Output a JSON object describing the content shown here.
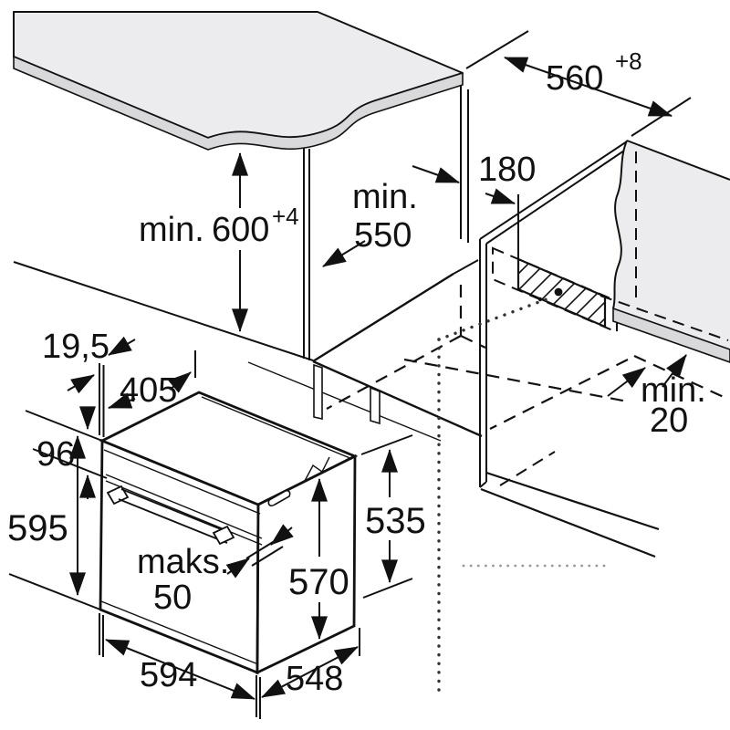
{
  "drawing": {
    "kind": "built-in oven installation dimension diagram",
    "colors": {
      "line": "#111111",
      "counter_surface": "#ececee",
      "counter_edge_band": "#d9d9db",
      "dotted_guide": "#8f8f8f",
      "background": "#ffffff"
    }
  },
  "labels": {
    "niche_width": "560",
    "niche_width_tol": "+8",
    "niche_height_prefix": "min.",
    "niche_height": "600",
    "niche_height_tol": "+4",
    "niche_depth_prefix": "min.",
    "niche_depth": "550",
    "vent_offset": "180",
    "rear_gap_prefix": "min.",
    "rear_gap": "20",
    "facia_thickness": "19,5",
    "top_depth": "405",
    "control_panel_height": "96",
    "oven_height": "595",
    "oven_width": "594",
    "oven_depth": "548",
    "side_height": "535",
    "body_height": "570",
    "handle_max_prefix": "maks.",
    "handle_max": "50"
  }
}
